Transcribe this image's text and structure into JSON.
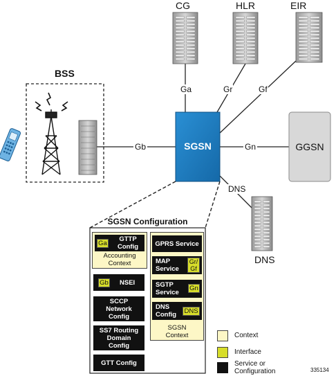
{
  "nodes": {
    "bss": "BSS",
    "cg": "CG",
    "hlr": "HLR",
    "eir": "EIR",
    "sgsn": "SGSN",
    "ggsn": "GGSN",
    "dns": "DNS"
  },
  "interfaces": {
    "ga": "Ga",
    "gr": "Gr",
    "gf": "Gf",
    "gb": "Gb",
    "gn": "Gn",
    "dns": "DNS"
  },
  "config": {
    "title": "SGSN Configuration",
    "accounting": {
      "tag": "Ga",
      "label": "GTTP Config",
      "context": "Accounting Context"
    },
    "nsei": {
      "tag": "Gb",
      "label": "NSEI"
    },
    "sccp": "SCCP Network Config",
    "ss7": "SS7 Routing Domain Config",
    "gtt": "GTT Config",
    "gprs": "GPRS Service",
    "map": {
      "label": "MAP Service",
      "tag": "Gr/ Gf"
    },
    "sgtp": {
      "label": "SGTP Service",
      "tag": "Gn"
    },
    "dns_config": {
      "label": "DNS Config",
      "tag": "DNS"
    },
    "sgsn_context": "SGSN Context"
  },
  "legend": {
    "context": "Context",
    "interface": "Interface",
    "service": "Service or Configuration"
  },
  "figure_id": "335134",
  "colors": {
    "sgsn": "#1a7dc3",
    "ggsn": "#d8d8d8",
    "context": "#fdf7c6",
    "interface": "#d7dd2a",
    "service": "#111111"
  }
}
